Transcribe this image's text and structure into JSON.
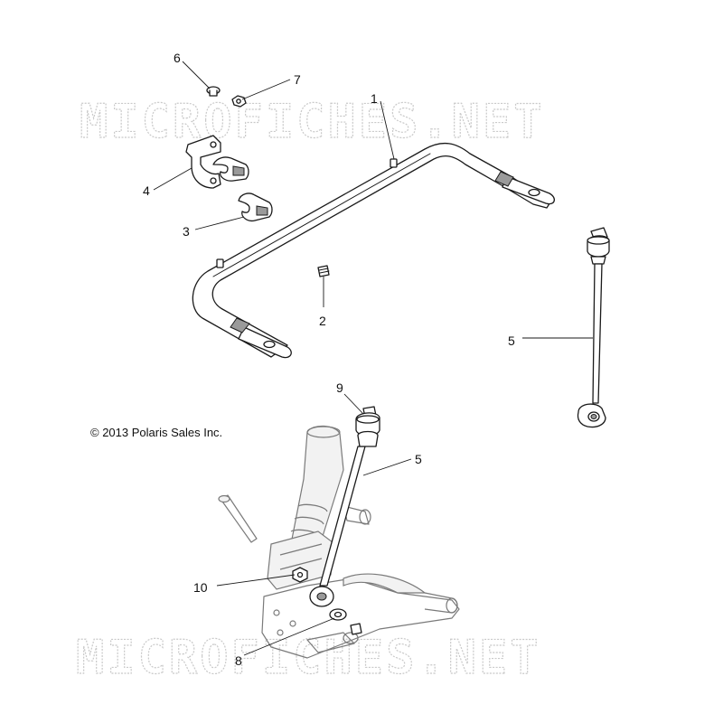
{
  "watermark": {
    "text_top": "MICROFICHES.NET",
    "text_bottom": "MICROFICHES.NET",
    "color": "#c9c9c9"
  },
  "copyright": "© 2013 Polaris Sales Inc.",
  "callouts": {
    "c1": "1",
    "c2": "2",
    "c3": "3",
    "c4": "4",
    "c5_upper": "5",
    "c5_lower": "5",
    "c6": "6",
    "c7": "7",
    "c8": "8",
    "c9": "9",
    "c10": "10"
  },
  "parts": [
    {
      "ref": "1",
      "icon": "stabilizer-bar-icon"
    },
    {
      "ref": "2",
      "icon": "grease-fitting-icon"
    },
    {
      "ref": "3",
      "icon": "bushing-icon"
    },
    {
      "ref": "4",
      "icon": "bracket-clamp-icon"
    },
    {
      "ref": "5",
      "icon": "link-rod-icon"
    },
    {
      "ref": "6",
      "icon": "bolt-icon"
    },
    {
      "ref": "7",
      "icon": "nut-icon"
    },
    {
      "ref": "8",
      "icon": "washer-icon"
    },
    {
      "ref": "9",
      "icon": "bushing-stack-icon"
    },
    {
      "ref": "10",
      "icon": "mount-nut-icon"
    }
  ]
}
